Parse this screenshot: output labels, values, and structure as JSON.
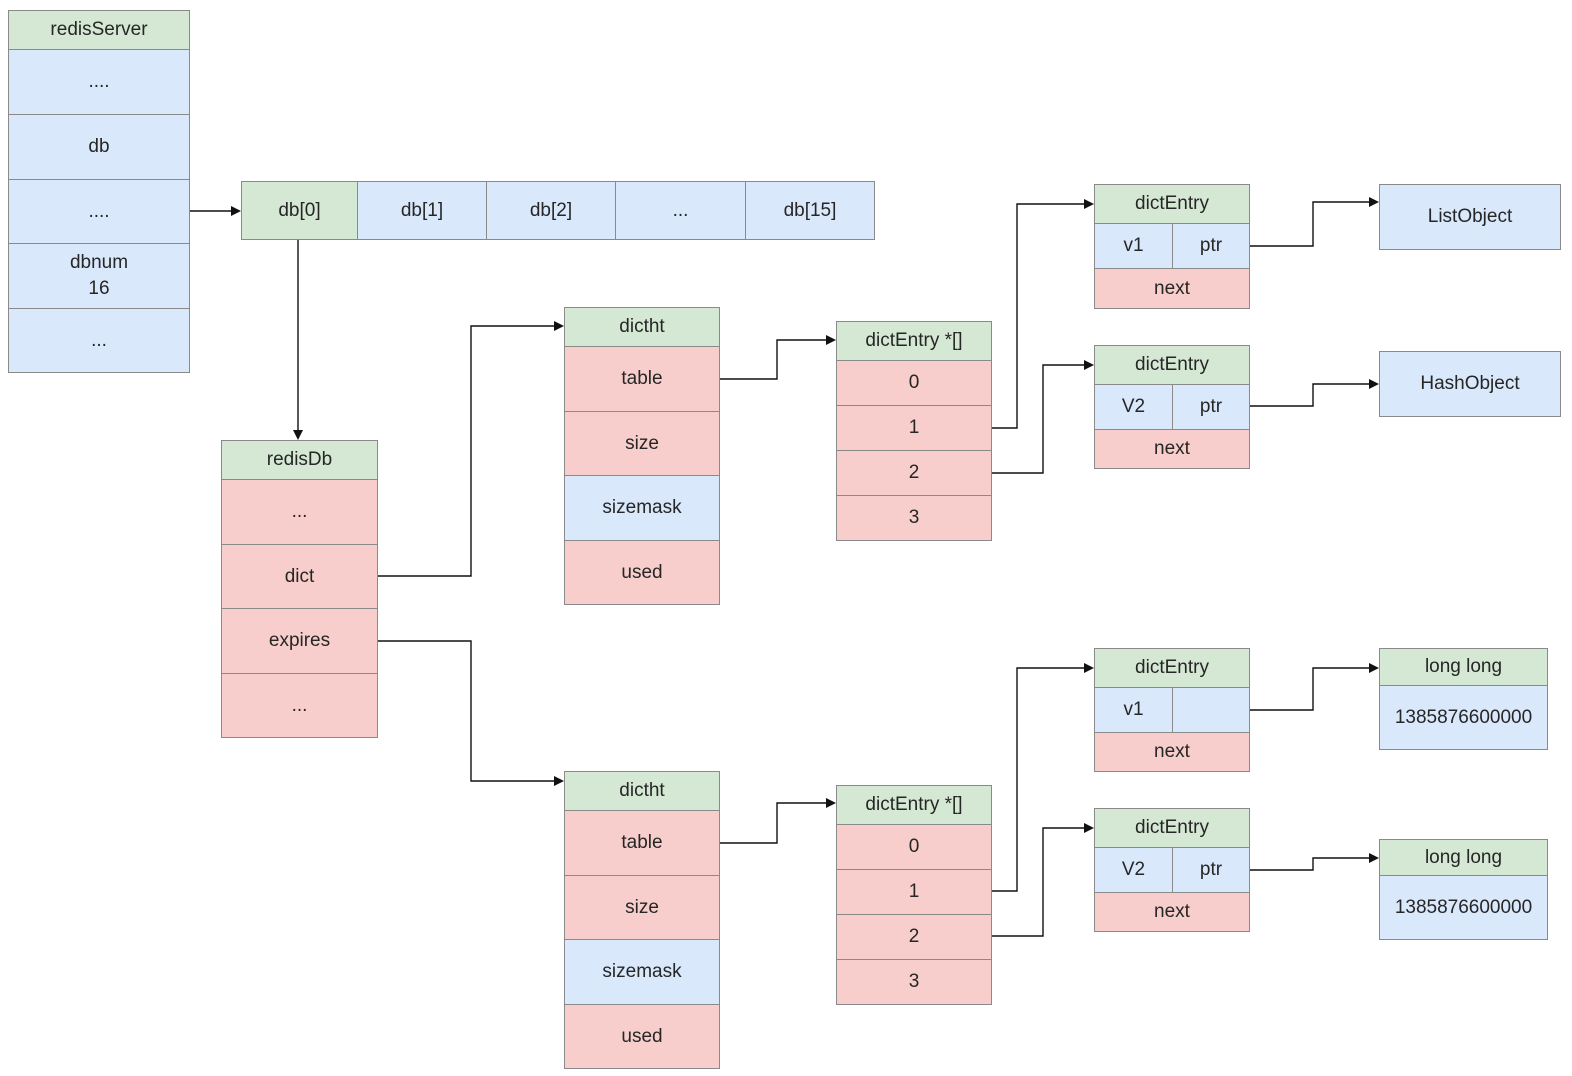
{
  "redis_server": {
    "header": "redisServer",
    "rows": [
      "....",
      "db",
      "....",
      "dbnum\n16",
      "..."
    ]
  },
  "db_array": {
    "cells": [
      "db[0]",
      "db[1]",
      "db[2]",
      "...",
      "db[15]"
    ]
  },
  "redis_db": {
    "header": "redisDb",
    "rows": [
      "...",
      "dict",
      "expires",
      "..."
    ]
  },
  "dict_table": {
    "header": "dictht",
    "rows": [
      "table",
      "size",
      "sizemask",
      "used"
    ]
  },
  "expires_table": {
    "header": "dictht",
    "rows": [
      "table",
      "size",
      "sizemask",
      "used"
    ]
  },
  "dict_buckets": {
    "header": "dictEntry *[]",
    "rows": [
      "0",
      "1",
      "2",
      "3"
    ]
  },
  "expires_buckets": {
    "header": "dictEntry *[]",
    "rows": [
      "0",
      "1",
      "2",
      "3"
    ]
  },
  "dict_entries": [
    {
      "header": "dictEntry",
      "key": "v1",
      "value": "ptr",
      "next": "next"
    },
    {
      "header": "dictEntry",
      "key": "V2",
      "value": "ptr",
      "next": "next"
    }
  ],
  "expires_entries": [
    {
      "header": "dictEntry",
      "key": "v1",
      "value": "",
      "next": "next"
    },
    {
      "header": "dictEntry",
      "key": "V2",
      "value": "ptr",
      "next": "next"
    }
  ],
  "objects": {
    "list_object": "ListObject",
    "hash_object": "HashObject"
  },
  "long_values": [
    {
      "type": "long long",
      "value": "1385876600000"
    },
    {
      "type": "long long",
      "value": "1385876600000"
    }
  ]
}
